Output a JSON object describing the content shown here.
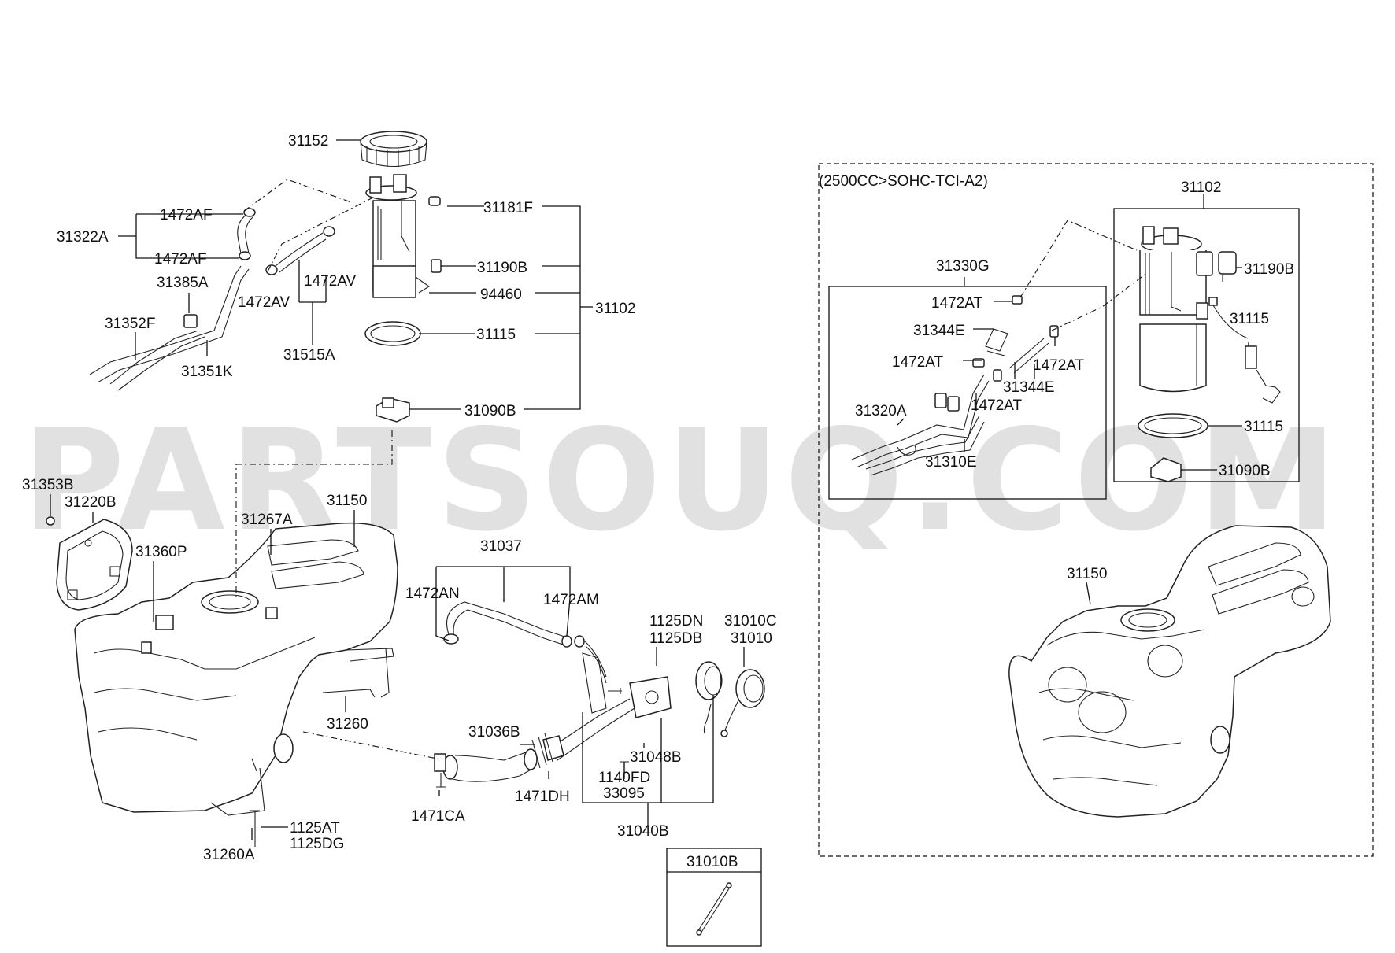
{
  "watermark": "PARTSOUQ.COM",
  "variant_caption": "(2500CC>SOHC-TCI-A2)",
  "inset_box_label": "31010B",
  "labels": {
    "p31152": "31152",
    "p1472AF_a": "1472AF",
    "p1472AF_b": "1472AF",
    "p31322A": "31322A",
    "p31181F": "31181F",
    "p31190B": "31190B",
    "p94460": "94460",
    "p31102": "31102",
    "p31115": "31115",
    "p31090B": "31090B",
    "p31385A": "31385A",
    "p1472AV_a": "1472AV",
    "p1472AV_b": "1472AV",
    "p31352F": "31352F",
    "p31351K": "31351K",
    "p31515A": "31515A",
    "p31353B": "31353B",
    "p31220B": "31220B",
    "p31267A": "31267A",
    "p31150": "31150",
    "p31360P": "31360P",
    "p31037": "31037",
    "p1472AN": "1472AN",
    "p1472AM": "1472AM",
    "p1125DN": "1125DN",
    "p1125DB": "1125DB",
    "p31010C": "31010C",
    "p31010": "31010",
    "p31260": "31260",
    "p31036B": "31036B",
    "p31048B": "31048B",
    "p1140FD": "1140FD",
    "p33095": "33095",
    "p1471DH": "1471DH",
    "p1471CA": "1471CA",
    "p31040B": "31040B",
    "p1125AT": "1125AT",
    "p1125DG": "1125DG",
    "p31260A": "31260A",
    "r31102": "31102",
    "r31330G": "31330G",
    "r31190B": "31190B",
    "r1472AT_a": "1472AT",
    "r31344E_a": "31344E",
    "r31115_pump": "31115",
    "r1472AT_b": "1472AT",
    "r1472AT_c": "1472AT",
    "r31344E_b": "31344E",
    "r1472AT_d": "1472AT",
    "r31320A": "31320A",
    "r31310E": "31310E",
    "r31115": "31115",
    "r31090B": "31090B",
    "r31150": "31150"
  }
}
